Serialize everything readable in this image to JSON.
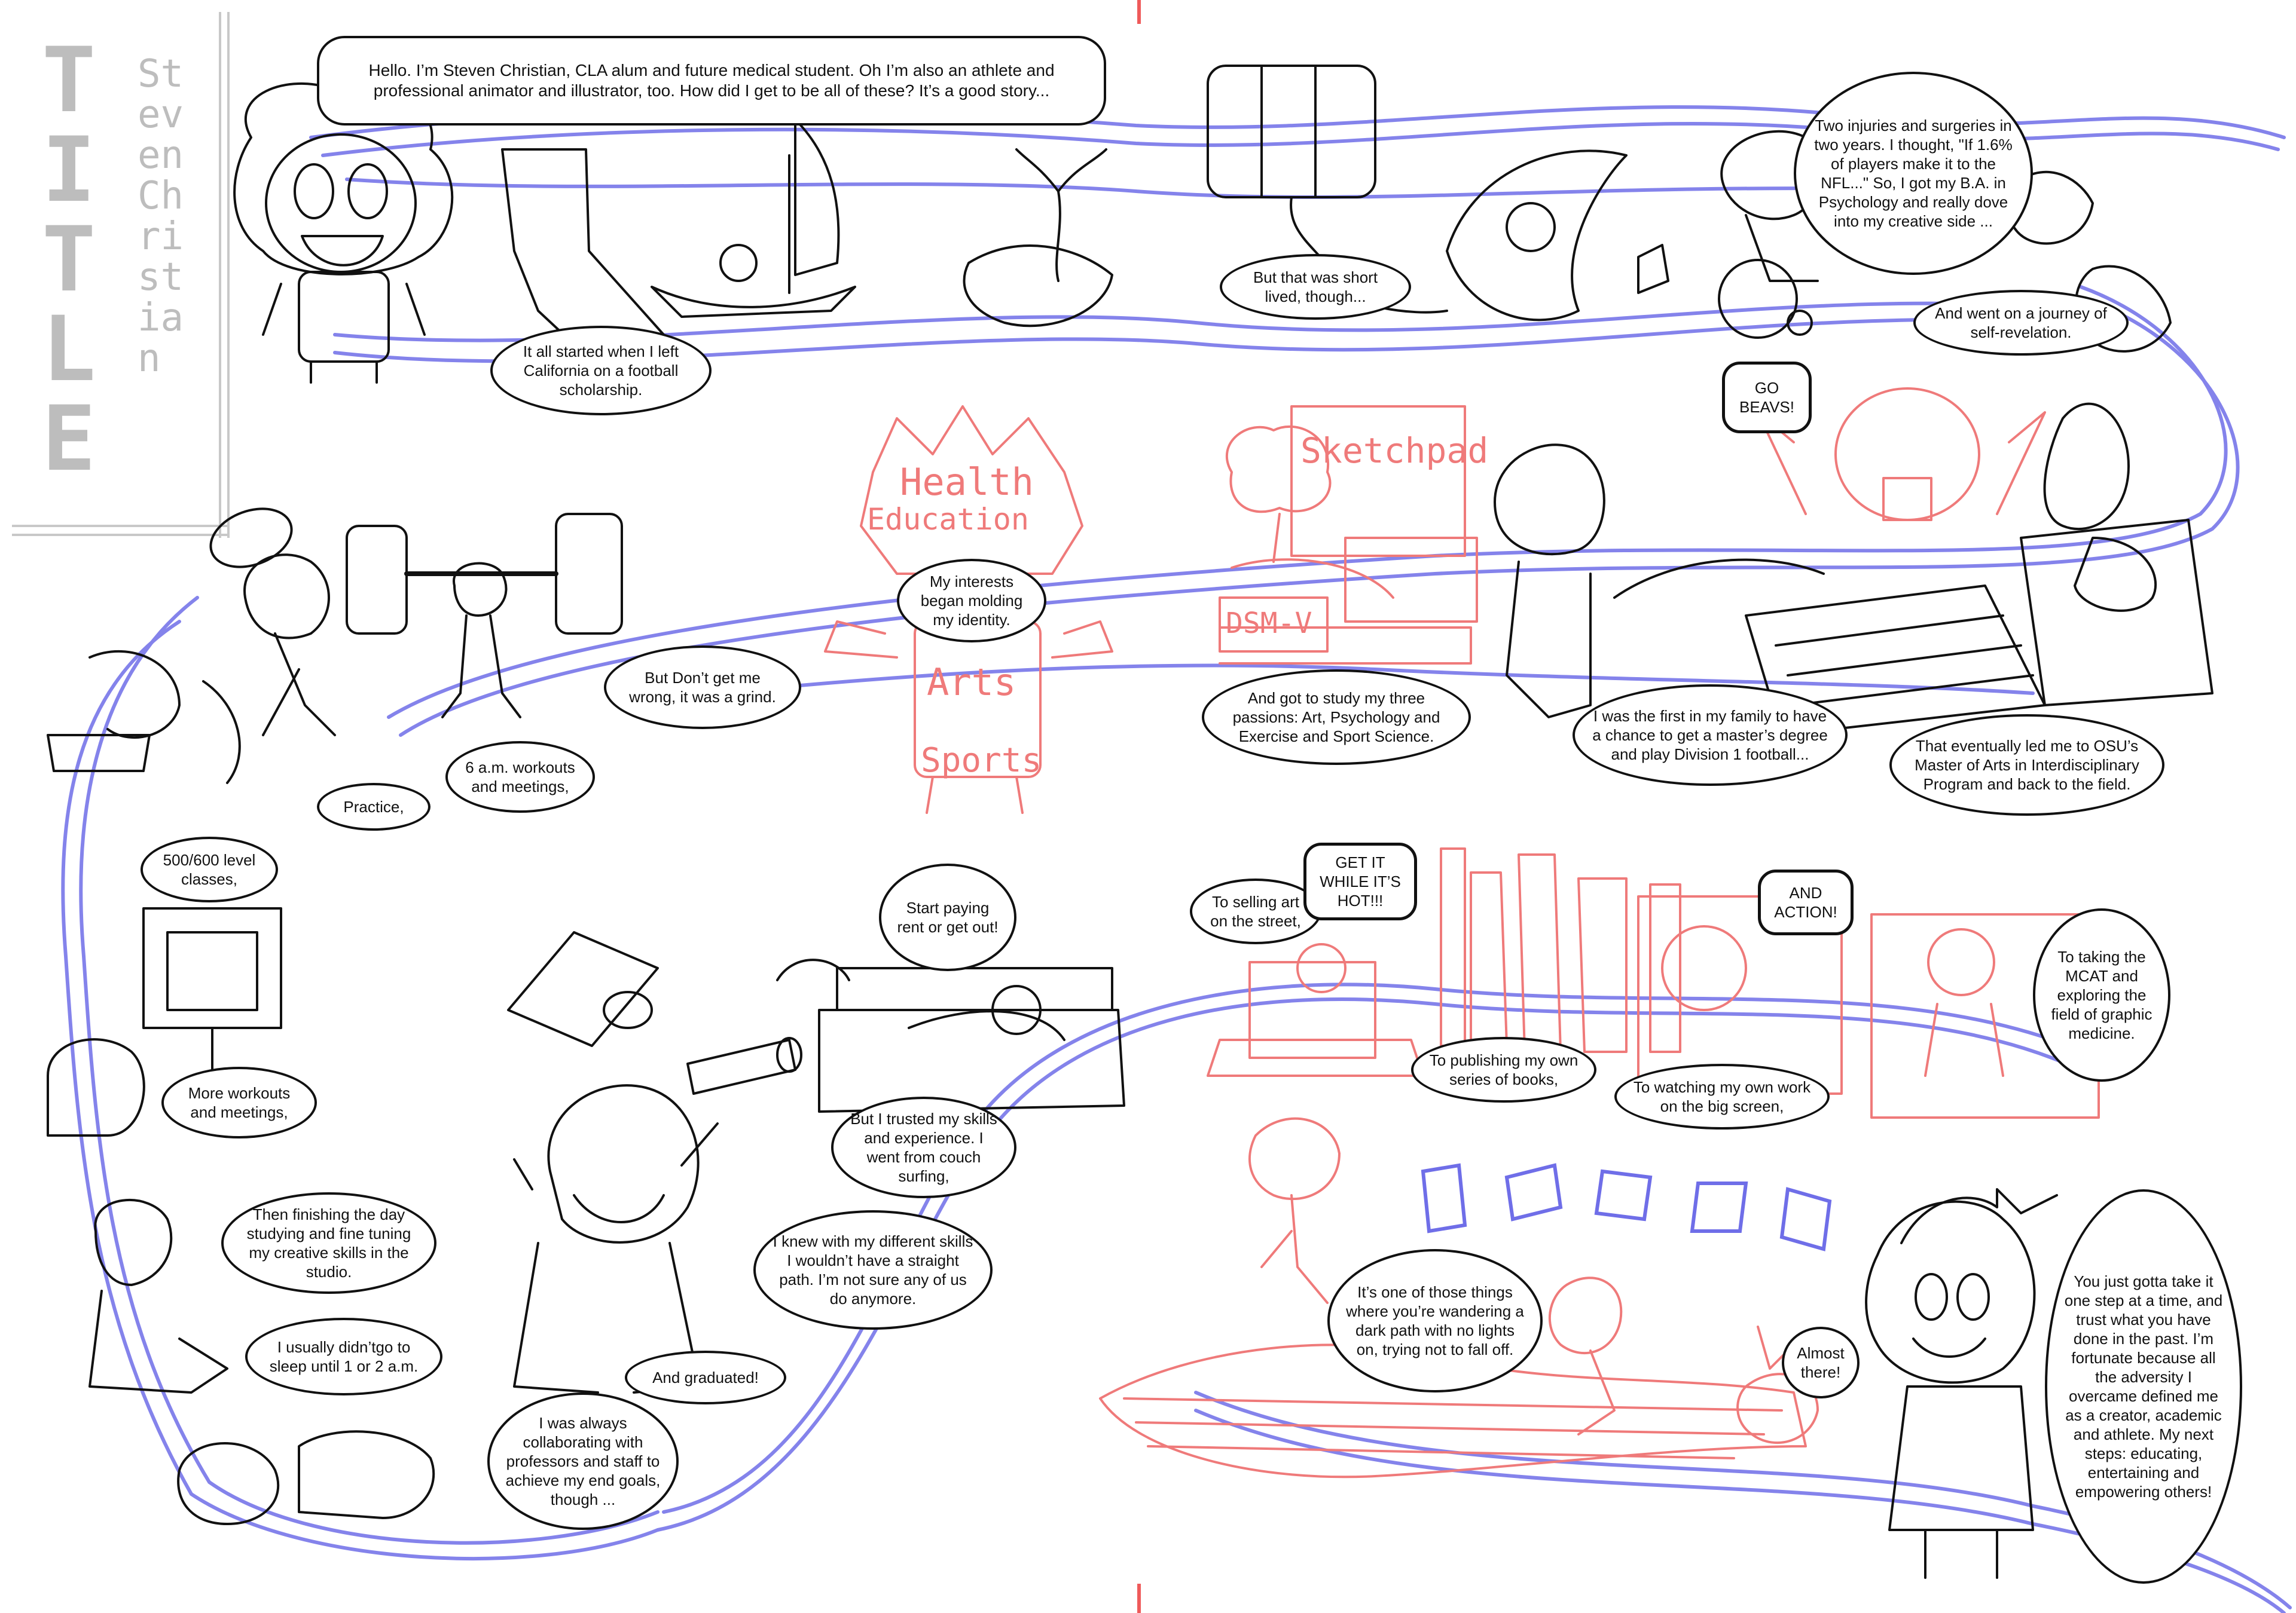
{
  "title_column": {
    "title_word": "TITLE",
    "author": "Steven Christian"
  },
  "colors": {
    "ink": "#111111",
    "path_blue": "#6f6ee8",
    "sketch_red": "#ef7a7a",
    "pencil_grey": "#bdbdbd"
  },
  "bubbles": {
    "intro": "Hello. I’m Steven Christian, CLA alum and future medical student. Oh I’m also an athlete and professional animator and illustrator, too. How did I get to be all of these? It’s a good story...",
    "california": "It all started when I left California on a football scholarship.",
    "short_lived": "But that was short lived, though...",
    "injuries": "Two injuries and surgeries in two years. I thought, \"If 1.6% of players make it to the NFL...\" So, I got my B.A. in Psychology and really dove into my creative side ...",
    "journey": "And went on a journey of self-revelation.",
    "grind": "But Don’t get me wrong, it was a grind.",
    "identity": "My interests began molding my identity.",
    "passions": "And got to study my three passions: Art, Psychology and Exercise and Sport Science.",
    "first_family": "I was the first in my family to have a chance to get a master’s degree and play Division 1 football...",
    "go_beavs": "GO BEAVS!",
    "osu": "That eventually led me to OSU’s Master of Arts in Interdisciplinary Program and back to the field.",
    "workouts": "6 a.m. workouts and meetings,",
    "practice": "Practice,",
    "classes": "500/600 level classes,",
    "more_workouts": "More workouts and meetings,",
    "finishing": "Then finishing the day studying and fine tuning my creative skills in the studio.",
    "sleep": "I usually didn’tgo to sleep until 1 or 2 a.m.",
    "collaborating": "I was always collaborating with professors and staff to achieve my end goals, though ...",
    "graduated": "And graduated!",
    "different_skills": "I knew with my different skills I wouldn’t have a straight path. I’m not sure any of us do anymore.",
    "trusted": "But I trusted my skills and experience. I went from couch surfing,",
    "rent": "Start paying rent or get out!",
    "selling_art": "To selling art on the street,",
    "get_it_hot": "GET IT WHILE IT’S HOT!!!",
    "and_action": "AND ACTION!",
    "publishing": "To publishing my own series of books,",
    "big_screen": "To watching my own work on the big screen,",
    "mcat": "To taking the MCAT and exploring the field of graphic medicine.",
    "dark_path": "It’s one of those things where you’re wandering a dark path with no lights on, trying not to fall off.",
    "almost_there": "Almost there!",
    "one_step": "You just gotta take it one step at a time, and trust what you have done in the past. I’m fortunate because all the adversity I overcame defined me as a creator, academic and athlete. My next steps: educating, entertaining and empowering others!"
  },
  "sketch_labels": {
    "health": "Health",
    "education": "Education",
    "arts": "Arts",
    "sports": "Sports",
    "sketchpad": "Sketchpad",
    "dsm": "DSM-V"
  }
}
